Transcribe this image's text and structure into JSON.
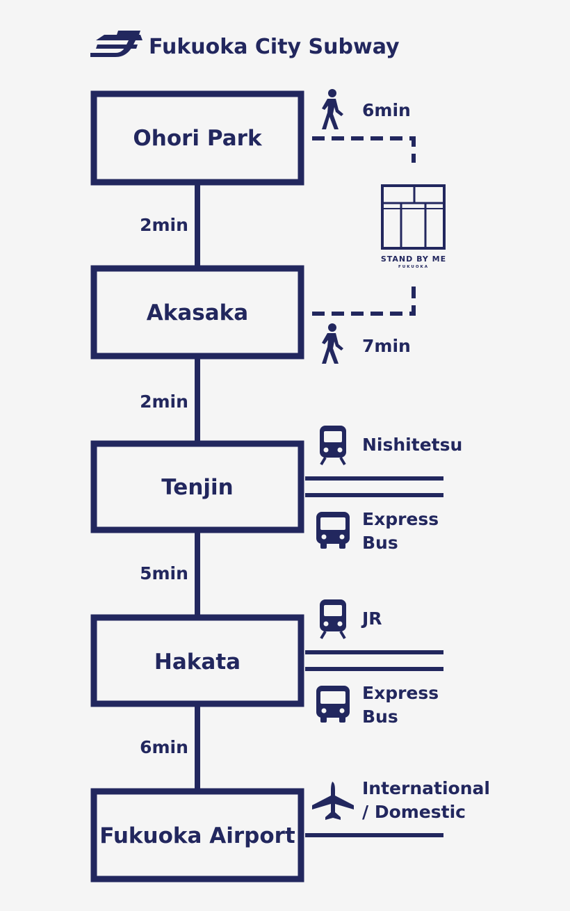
{
  "header": {
    "title": "Fukuoka City Subway",
    "logo_icon": "fukuoka-subway-logo-icon"
  },
  "colors": {
    "ink": "#22275e",
    "background": "#f5f5f5"
  },
  "stations": [
    {
      "name": "Ohori Park"
    },
    {
      "name": "Akasaka"
    },
    {
      "name": "Tenjin"
    },
    {
      "name": "Hakata"
    },
    {
      "name": "Fukuoka Airport"
    }
  ],
  "segments": [
    "2min",
    "2min",
    "5min",
    "6min"
  ],
  "hotel": {
    "name": "STAND BY ME",
    "sub": "FUKUOKA"
  },
  "walks": [
    {
      "station": "Ohori Park",
      "time": "6min",
      "icon": "walking-person-icon"
    },
    {
      "station": "Akasaka",
      "time": "7min",
      "icon": "walking-person-icon"
    }
  ],
  "connections": {
    "tenjin": {
      "train": "Nishitetsu",
      "bus_line1": "Express",
      "bus_line2": "Bus"
    },
    "hakata": {
      "train": "JR",
      "bus_line1": "Express",
      "bus_line2": "Bus"
    },
    "airport": {
      "line1": "International",
      "line2": "/ Domestic"
    }
  }
}
